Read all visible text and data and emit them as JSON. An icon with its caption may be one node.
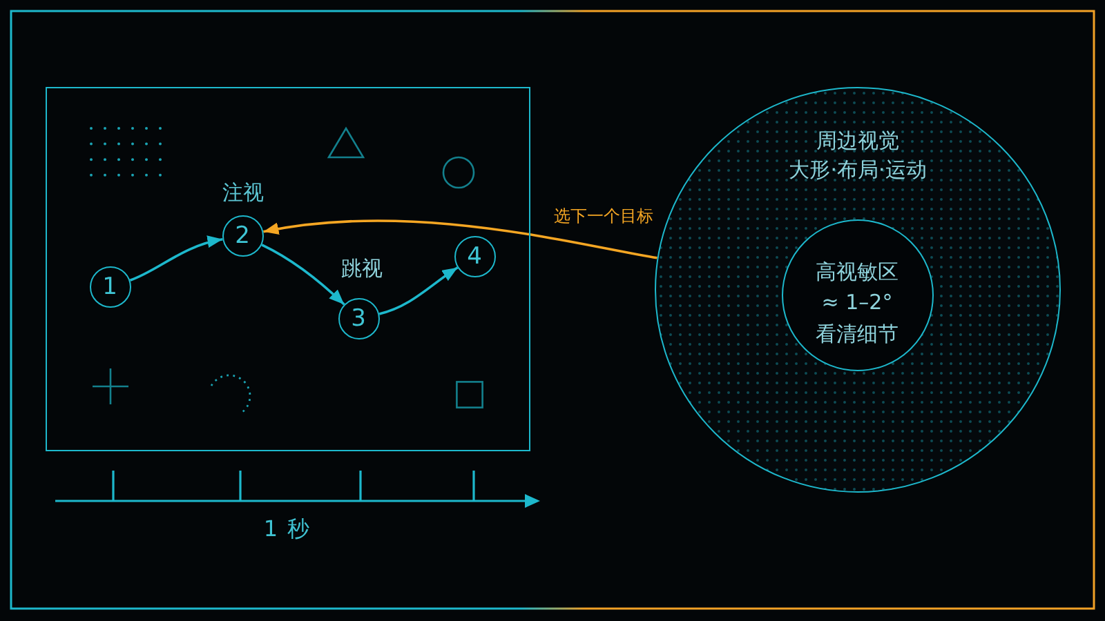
{
  "diagram": {
    "nodes": [
      {
        "text": [],
        "shape": "box"
      },
      {
        "text": [
          "1"
        ],
        "in": 0
      },
      {
        "text": [
          "2"
        ],
        "in": 0,
        "beside": [
          "注视"
        ]
      },
      {
        "text": [
          "3"
        ],
        "in": 0
      },
      {
        "text": [
          "4"
        ],
        "in": 0
      },
      {
        "text": [
          "周边视觉",
          "大形·布局·运动"
        ]
      },
      {
        "text": [
          "高视敏区",
          "≈ 1–2°",
          "看清细节"
        ],
        "in": 5
      }
    ],
    "edges": [
      {
        "from": 1,
        "to": 2,
        "arrow": "to"
      },
      {
        "from": 2,
        "to": 3,
        "arrow": "to",
        "label": "跳视"
      },
      {
        "from": 3,
        "to": 4,
        "arrow": "to"
      },
      {
        "from": 5,
        "to": 2,
        "arrow": "to",
        "label": "选下一个目标",
        "color": "#f5a623"
      }
    ],
    "labels": [
      "1 秒"
    ]
  }
}
